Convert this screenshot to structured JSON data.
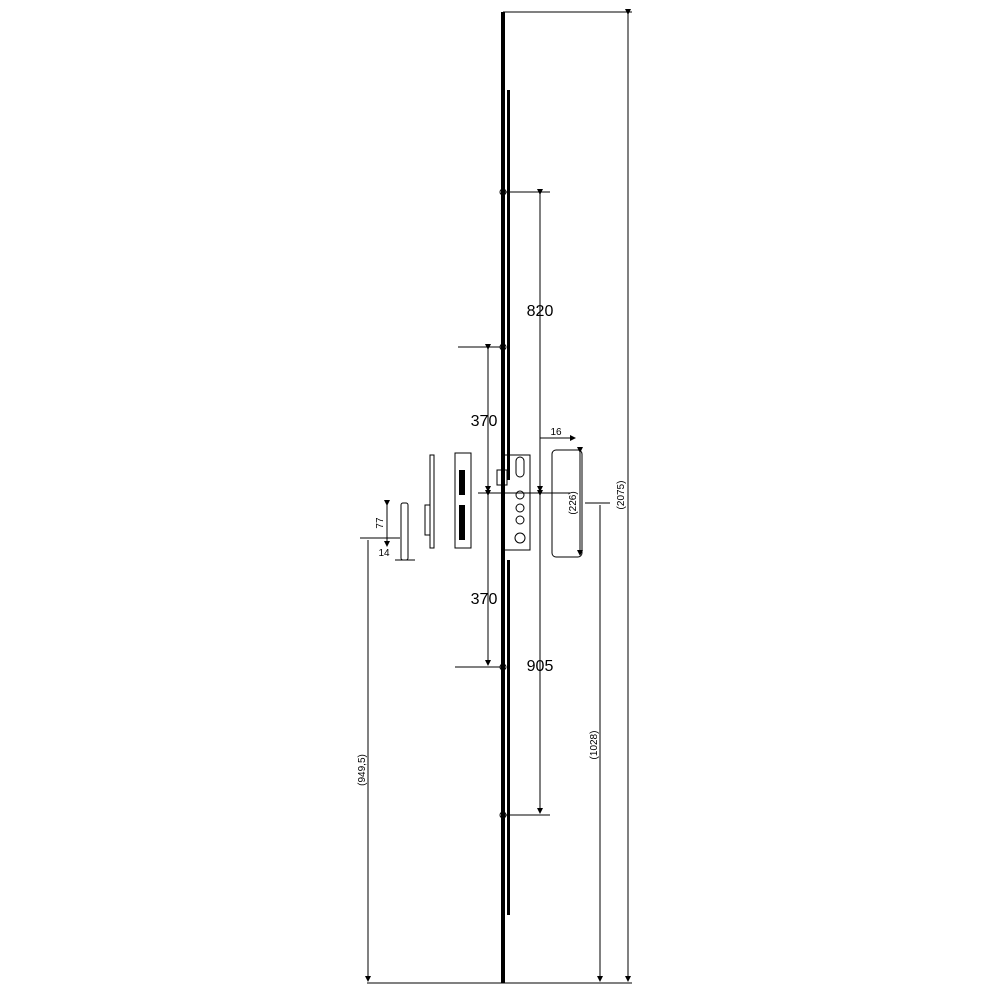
{
  "dimensions": {
    "total_height": "(2075)",
    "top_hook_spacing": "820",
    "upper_hook_spacing": "370",
    "lower_hook_spacing": "370",
    "bottom_hook_spacing": "905",
    "faceplate_width": "16",
    "faceplate_height": "(226)",
    "handle_height": "(1028)",
    "keeper_height_offset": "(949,5)",
    "keeper_height": "77",
    "keeper_width": "14"
  },
  "colors": {
    "line": "#000000",
    "background": "#ffffff"
  }
}
